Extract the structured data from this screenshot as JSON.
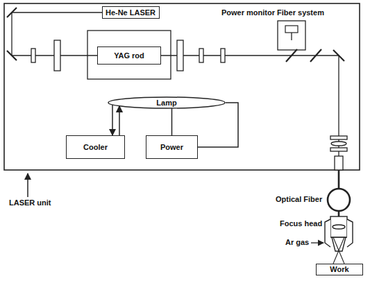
{
  "diagram": {
    "nodes": [
      {
        "text": [
          "He-Ne LASER"
        ]
      },
      {
        "text": [
          "YAG rod"
        ]
      },
      {
        "text": [
          "Lamp"
        ]
      },
      {
        "text": [
          "Cooler"
        ]
      },
      {
        "text": [
          "Power"
        ]
      },
      {
        "text": [
          "Work"
        ]
      }
    ],
    "edges": [
      {
        "from": 2,
        "to": 3,
        "arrow": "to"
      },
      {
        "from": 3,
        "to": 2,
        "arrow": "to"
      },
      {
        "from": 2,
        "to": 4,
        "arrow": "none"
      },
      {
        "from": 2,
        "to": 4,
        "arrow": "none"
      }
    ],
    "labels": [
      "Power monitor Fiber system",
      "LASER unit",
      "Optical Fiber",
      "Focus head",
      "Ar gas"
    ]
  }
}
